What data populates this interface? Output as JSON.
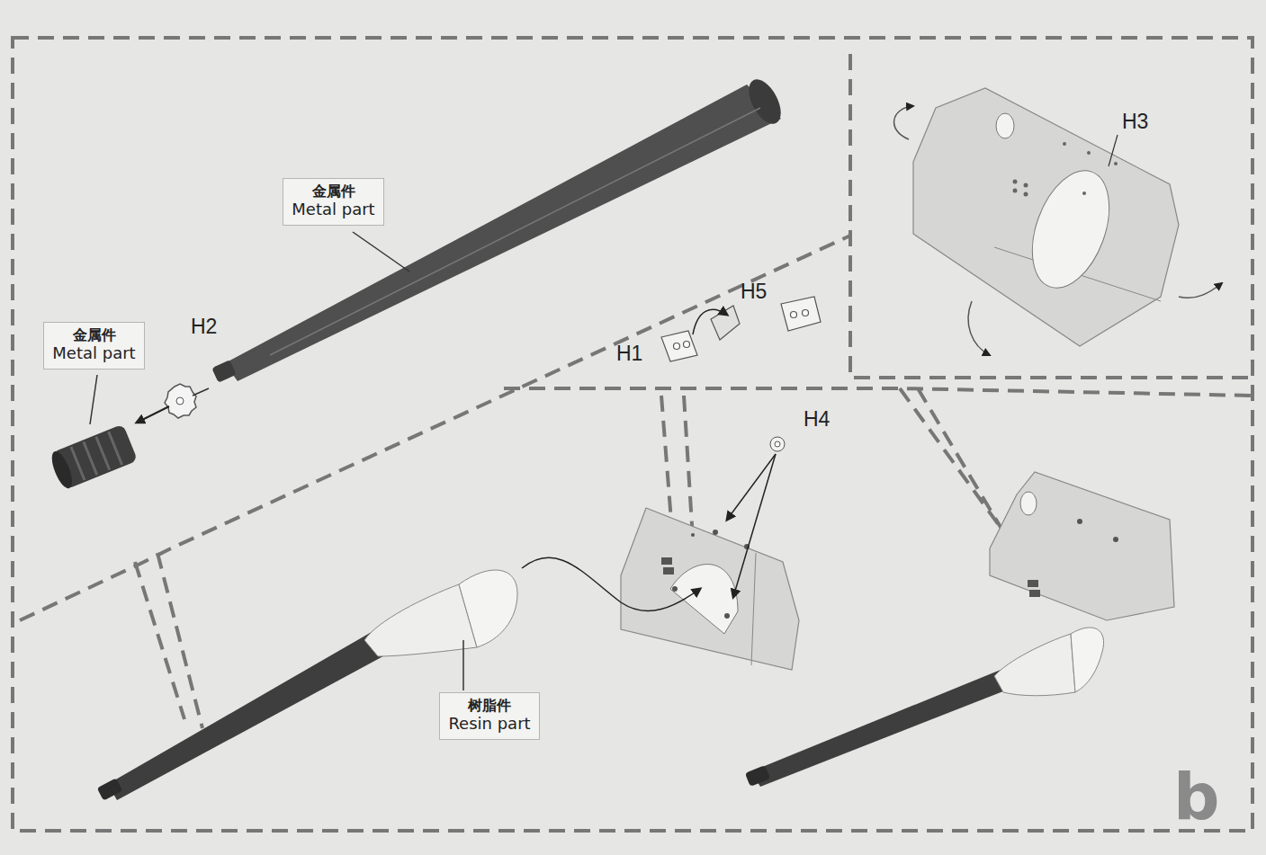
{
  "diagram": {
    "nodes": [
      {
        "text": [
          "金属件",
          "Metal part"
        ]
      },
      {
        "text": [
          "金属件",
          "Metal part"
        ]
      },
      {
        "text": [
          "树脂件",
          "Resin part"
        ]
      }
    ],
    "labels": [
      "H3",
      "H5",
      "H2",
      "H1",
      "H4",
      "b"
    ]
  }
}
